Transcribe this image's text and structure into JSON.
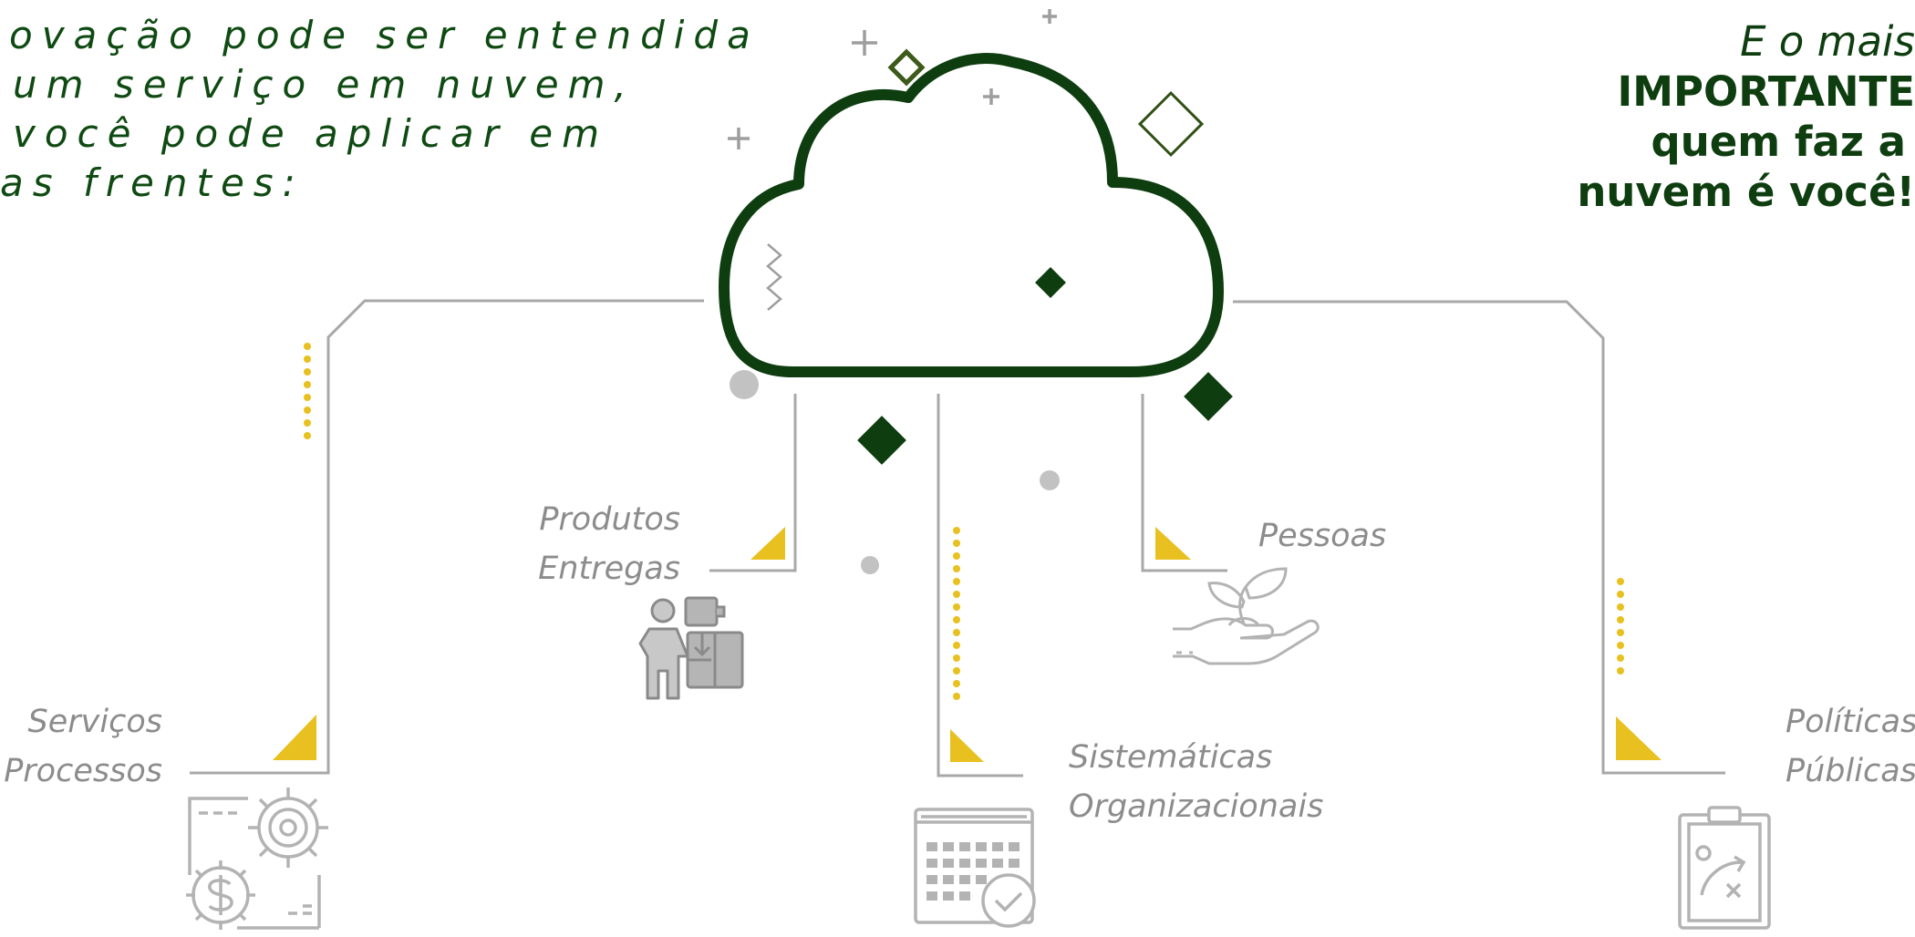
{
  "intro": {
    "lines": [
      "ovação pode ser entendida",
      " um serviço em nuvem,",
      " você pode aplicar em",
      "as frentes:"
    ]
  },
  "note": {
    "line1": "E o mais",
    "line2": "IMPORTANTE",
    "line3": "quem faz a",
    "line4": "nuvem é você!"
  },
  "branches": {
    "servicos": {
      "line1": "Serviços",
      "line2": "Processos",
      "icon": "gears-dollar-icon"
    },
    "produtos": {
      "line1": "Produtos",
      "line2": "Entregas",
      "icon": "puzzle-person-icon"
    },
    "sistematicas": {
      "line1": "Sistemáticas",
      "line2": "Organizacionais",
      "icon": "calendar-check-icon"
    },
    "pessoas": {
      "line1": "Pessoas",
      "icon": "hand-plant-icon"
    },
    "politicas": {
      "line1": "Políticas",
      "line2": "Públicas",
      "icon": "clipboard-strategy-icon"
    }
  },
  "colors": {
    "dark_green": "#0e3d0f",
    "line_gray": "#a8a8a8",
    "icon_gray": "#b3b3b3",
    "accent_yellow": "#e8c020"
  }
}
